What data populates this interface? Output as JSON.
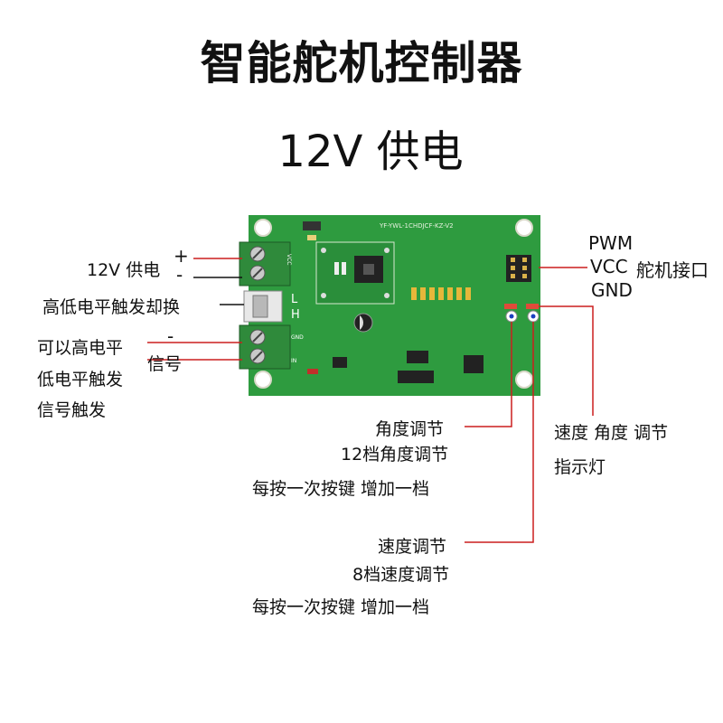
{
  "header": {
    "title": "智能舵机控制器",
    "subtitle": "12V 供电"
  },
  "board": {
    "silkscreen_id": "YF-YWL-1CHDJCF-KZ-V2",
    "label_l": "L",
    "label_h": "H",
    "pin_vcc": "VCC",
    "pin_gnd": "GND",
    "pin_in": "IN",
    "pcb_color": "#2e9b3f",
    "terminal_color": "#2f8a3b"
  },
  "left": {
    "power": "12V 供电",
    "plus": "+",
    "minus": "-",
    "trigger_switch": "高低电平触发却换",
    "high_level": "可以高电平",
    "signal_minus": "-",
    "signal": "信号",
    "low_level": "低电平触发",
    "signal_trigger": "信号触发"
  },
  "right": {
    "pwm": "PWM",
    "vcc": "VCC",
    "servo_port": "舵机接口",
    "gnd": "GND",
    "indicator_line1": "速度 角度 调节",
    "indicator_line2": "指示灯"
  },
  "bottom": {
    "angle_title": "角度调节",
    "angle_levels": "12档角度调节",
    "angle_press": "每按一次按键 增加一档",
    "speed_title": "速度调节",
    "speed_levels": "8档速度调节",
    "speed_press": "每按一次按键 增加一档"
  },
  "colors": {
    "leader_line": "#cc1f1f",
    "black_line": "#111111"
  }
}
